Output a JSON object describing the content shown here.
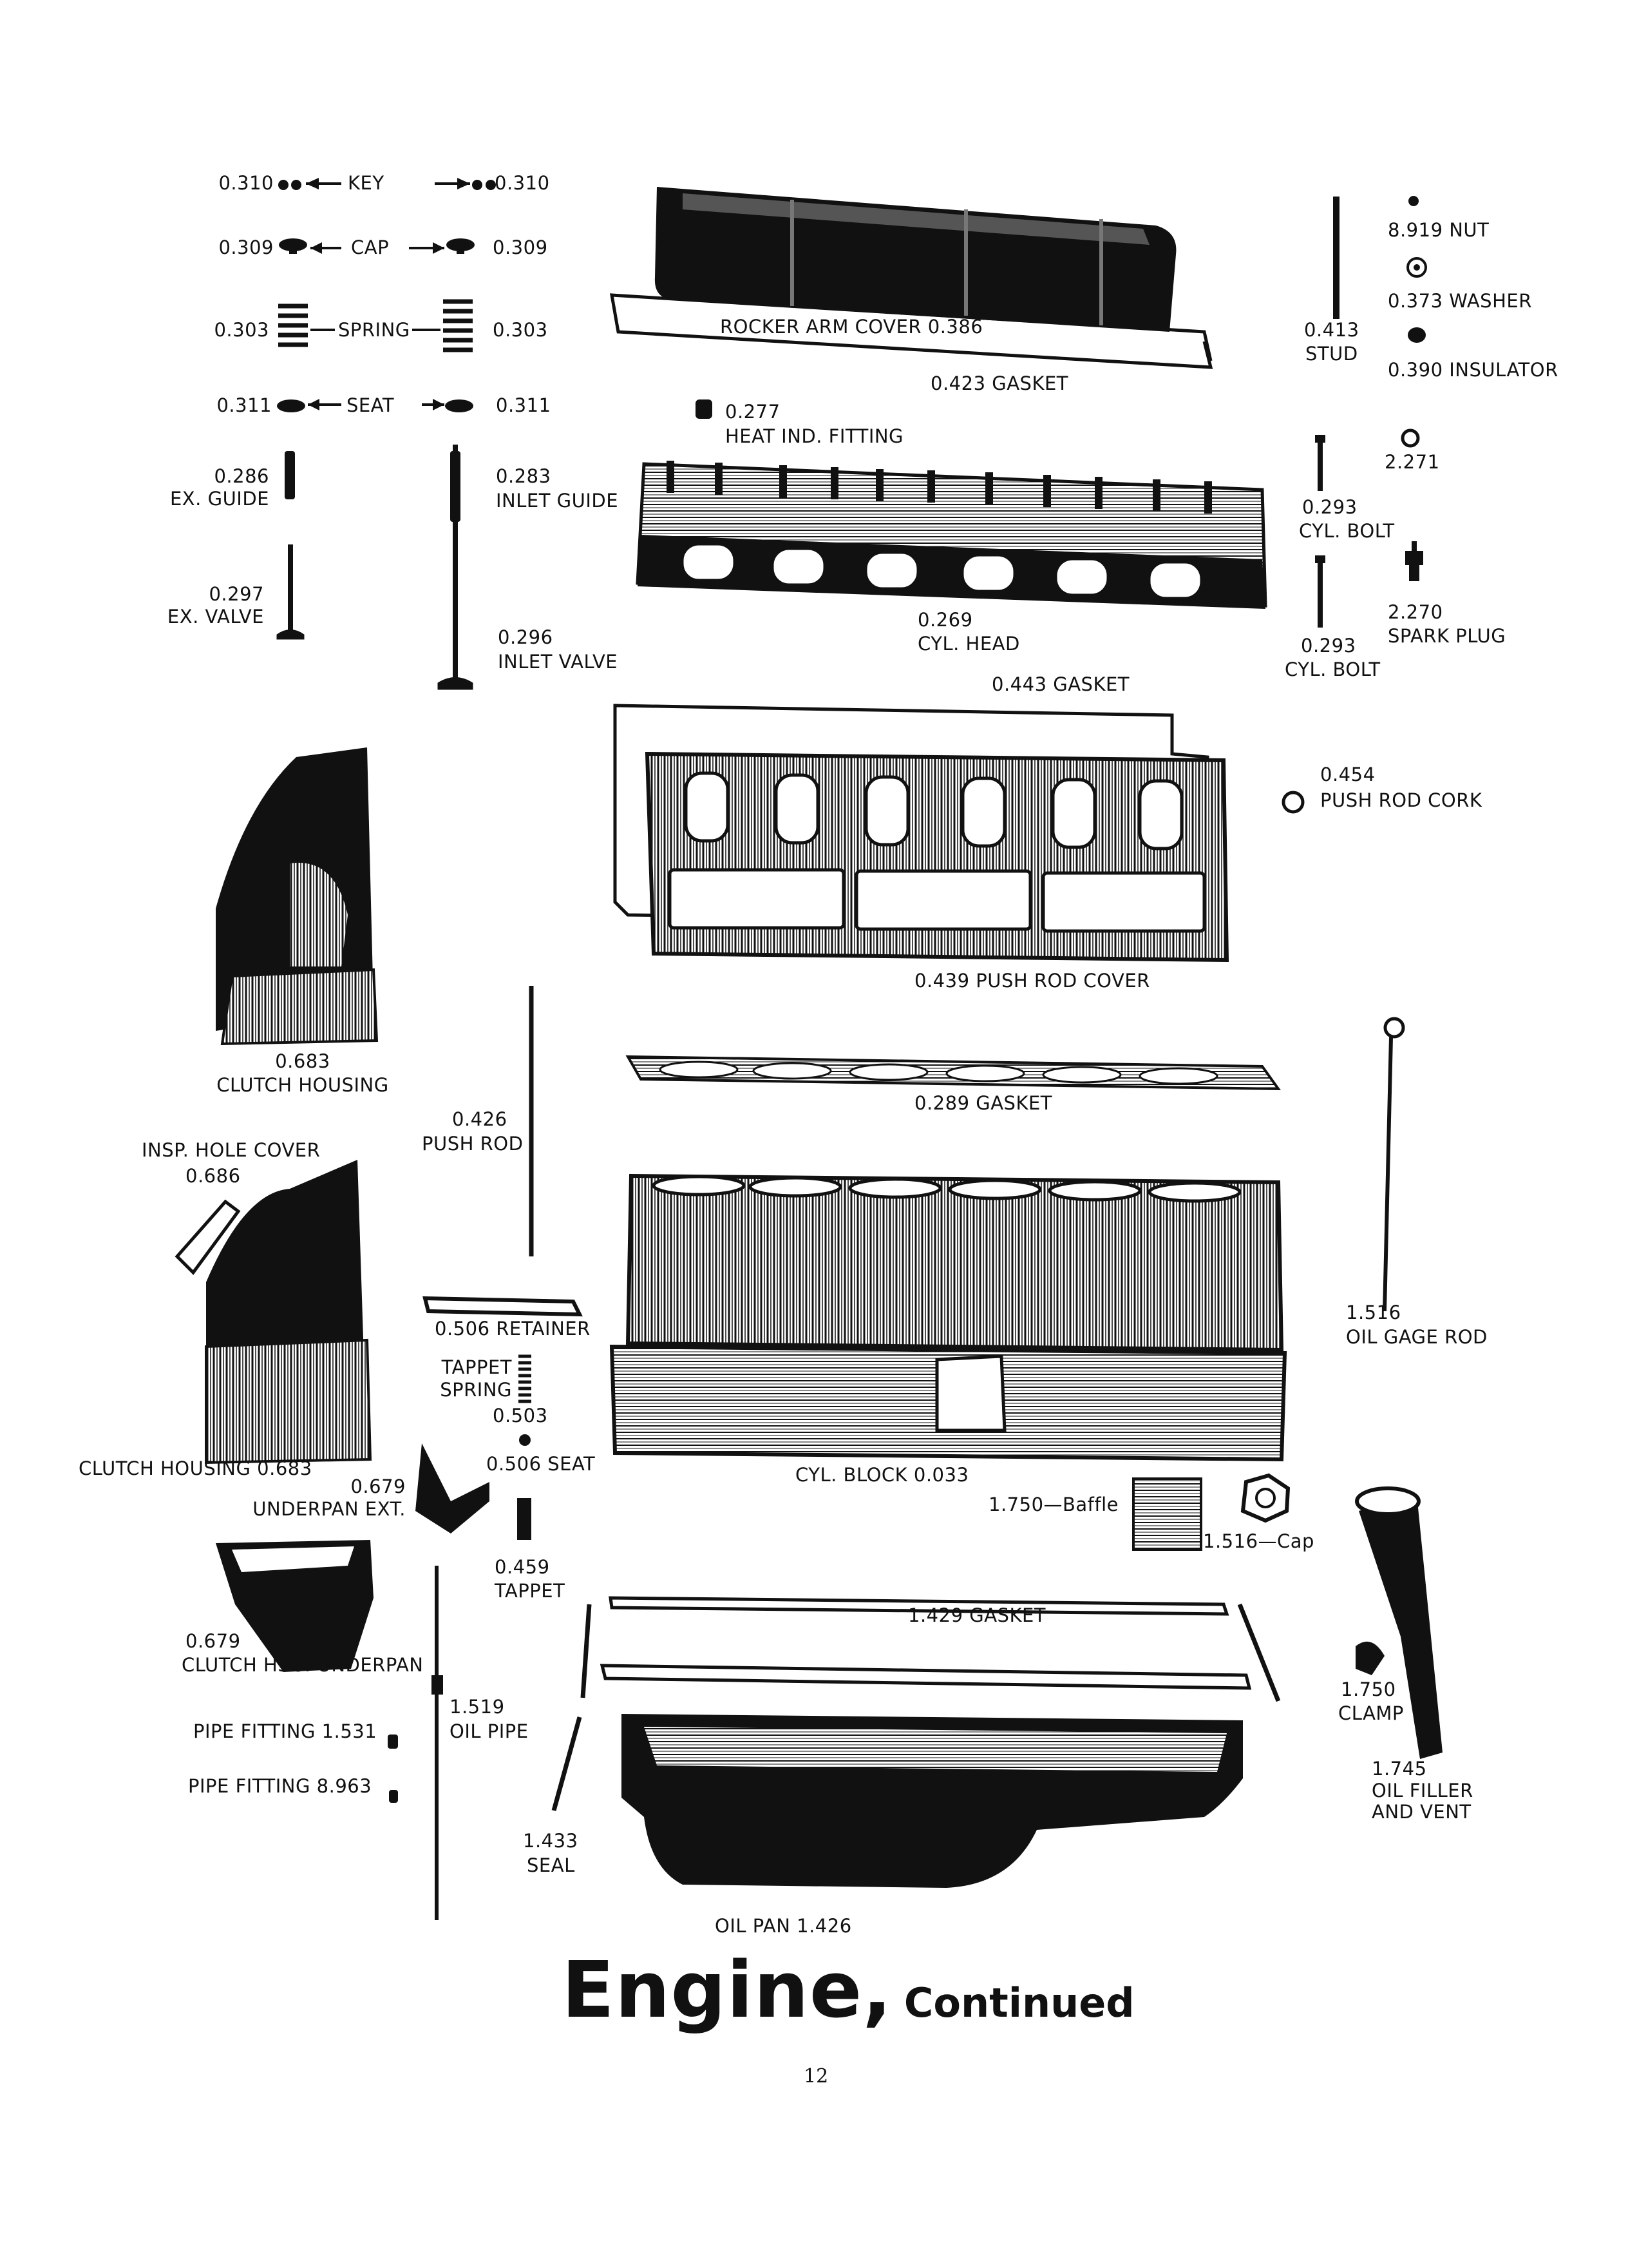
{
  "valve_parts": {
    "key": {
      "left": "0.310",
      "name": "KEY",
      "right": "0.310"
    },
    "cap": {
      "left": "0.309",
      "name": "CAP",
      "right": "0.309"
    },
    "spring": {
      "left": "0.303",
      "name": "SPRING",
      "right": "0.303"
    },
    "seat": {
      "left": "0.311",
      "name": "SEAT",
      "right": "0.311"
    },
    "ex_guide": {
      "num": "0.286",
      "name": "EX. GUIDE"
    },
    "inlet_guide": {
      "num": "0.283",
      "name": "INLET GUIDE"
    },
    "ex_valve": {
      "num": "0.297",
      "name": "EX. VALVE"
    },
    "inlet_valve": {
      "num": "0.296",
      "name": "INLET VALVE"
    }
  },
  "labels": {
    "rocker_cover": "ROCKER ARM COVER 0.386",
    "gasket_423": "0.423 GASKET",
    "heat_fitting": {
      "num": "0.277",
      "name": "HEAT IND. FITTING"
    },
    "stud": {
      "num": "0.413",
      "name": "STUD"
    },
    "nut": "8.919 NUT",
    "washer": "0.373 WASHER",
    "insulator": "0.390 INSULATOR",
    "part_2271": "2.271",
    "cyl_bolt_1": {
      "num": "0.293",
      "name": "CYL. BOLT"
    },
    "cyl_bolt_2": {
      "num": "0.293",
      "name": "CYL. BOLT"
    },
    "spark_plug": {
      "num": "2.270",
      "name": "SPARK PLUG"
    },
    "cyl_head": {
      "num": "0.269",
      "name": "CYL. HEAD"
    },
    "gasket_443": "0.443 GASKET",
    "push_rod_cork": {
      "num": "0.454",
      "name": "PUSH ROD CORK"
    },
    "push_rod_cover": "0.439 PUSH ROD COVER",
    "clutch_housing_top": {
      "num": "0.683",
      "name": "CLUTCH HOUSING"
    },
    "push_rod": {
      "num": "0.426",
      "name": "PUSH ROD"
    },
    "gasket_289": "0.289 GASKET",
    "insp_hole_cover": {
      "name": "INSP. HOLE COVER",
      "num": "0.686"
    },
    "retainer": "0.506 RETAINER",
    "tappet_spring": {
      "name1": "TAPPET",
      "name2": "SPRING",
      "num": "0.503"
    },
    "seat_506": "0.506 SEAT",
    "oil_gage_rod": {
      "num": "1.516",
      "name": "OIL GAGE ROD"
    },
    "clutch_housing_bottom": "CLUTCH HOUSING 0.683",
    "underpan_ext": {
      "num": "0.679",
      "name": "UNDERPAN EXT."
    },
    "cyl_block": "CYL. BLOCK 0.033",
    "baffle": "1.750—Baffle",
    "cap_1516": "1.516—Cap",
    "tappet": {
      "num": "0.459",
      "name": "TAPPET"
    },
    "gasket_1429": "1.429 GASKET",
    "clutch_underpan": {
      "num": "0.679",
      "name": "CLUTCH HSG. UNDERPAN"
    },
    "oil_pipe": {
      "num": "1.519",
      "name": "OIL PIPE"
    },
    "clamp": {
      "num": "1.750",
      "name": "CLAMP"
    },
    "pipe_fitting_1": "PIPE FITTING 1.531",
    "pipe_fitting_2": "PIPE FITTING 8.963",
    "oil_filler": {
      "num": "1.745",
      "name1": "OIL FILLER",
      "name2": "AND VENT"
    },
    "seal": {
      "num": "1.433",
      "name": "SEAL"
    },
    "oil_pan": "OIL PAN 1.426"
  },
  "title": {
    "main": "Engine,",
    "sub": "Continued"
  },
  "page_number": "12"
}
